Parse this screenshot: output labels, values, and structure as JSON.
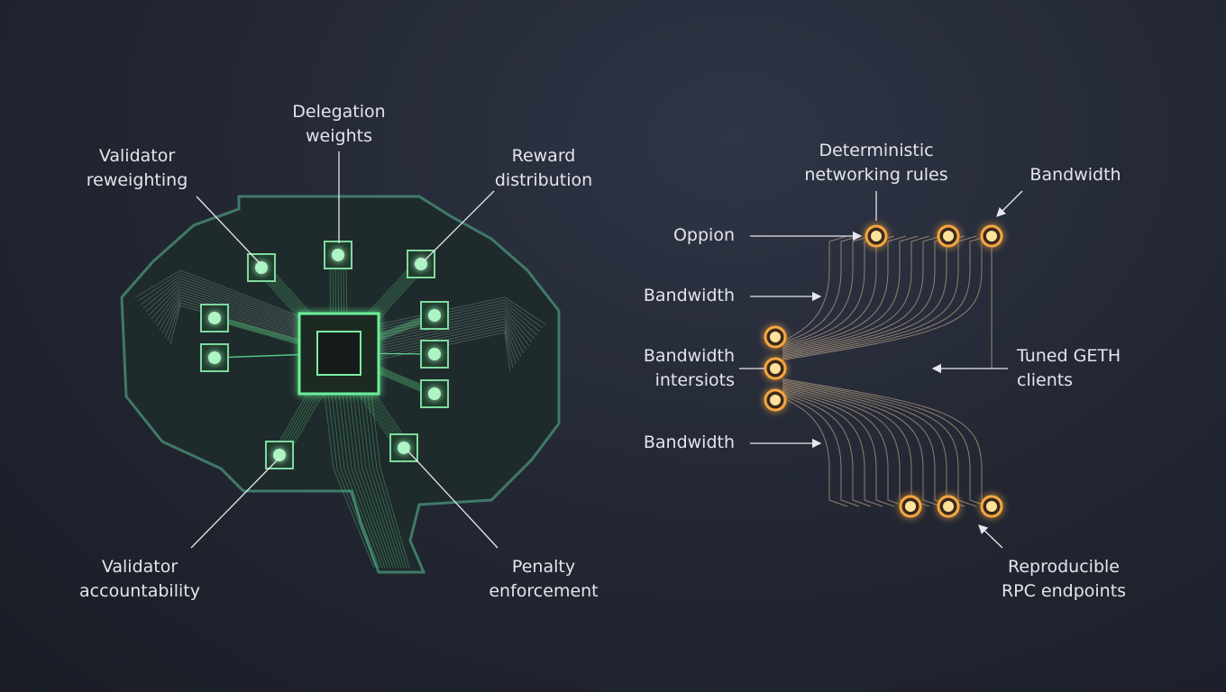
{
  "left_diagram": {
    "labels": {
      "delegation": [
        "Delegation",
        "weights"
      ],
      "validator_reweighting": [
        "Validator",
        "reweighting"
      ],
      "reward": [
        "Reward",
        "distribution"
      ],
      "validator_accountability": [
        "Validator",
        "accountability"
      ],
      "penalty": [
        "Penalty",
        "enforcement"
      ]
    },
    "accent": "#5fe08a"
  },
  "right_diagram": {
    "labels": {
      "deterministic": [
        "Deterministic",
        "networking rules"
      ],
      "bandwidth_top": "Bandwidth",
      "oppion": "Oppion",
      "bandwidth_mid": "Bandwidth",
      "bandwidth_inter": [
        "Bandwidth",
        "intersiots"
      ],
      "tuned": [
        "Tuned GETH",
        "clients"
      ],
      "bandwidth_low": "Bandwidth",
      "reproducible": [
        "Reproducible",
        "RPC endpoints"
      ]
    },
    "accent": "#f5a742"
  }
}
